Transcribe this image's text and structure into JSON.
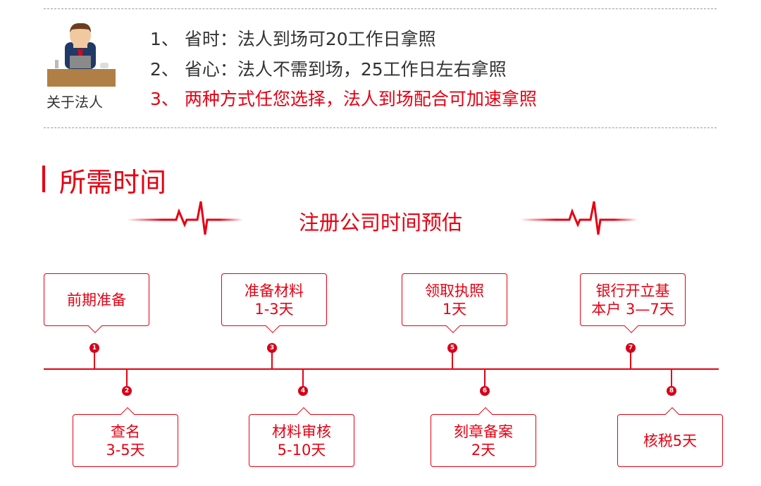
{
  "intro": {
    "avatar_label": "关于法人",
    "points": [
      "1、  省时：法人到场可20工作日拿照",
      "2、  省心：法人不需到场，25工作日左右拿照",
      "3、  两种方式任您选择，法人到场配合可加速拿照"
    ]
  },
  "section": {
    "title": "所需时间",
    "subtitle": "注册公司时间预估"
  },
  "timeline": {
    "steps": [
      {
        "num": "1",
        "lines": [
          "前期准备"
        ]
      },
      {
        "num": "2",
        "lines": [
          "查名",
          "3-5天"
        ]
      },
      {
        "num": "3",
        "lines": [
          "准备材料",
          "1-3天"
        ]
      },
      {
        "num": "4",
        "lines": [
          "材料审核",
          "5-10天"
        ]
      },
      {
        "num": "5",
        "lines": [
          "领取执照",
          "1天"
        ]
      },
      {
        "num": "6",
        "lines": [
          "刻章备案",
          "2天"
        ]
      },
      {
        "num": "7",
        "lines": [
          "银行开立基",
          "本户 3—7天"
        ]
      },
      {
        "num": "8",
        "lines": [
          "核税5天"
        ]
      }
    ]
  },
  "colors": {
    "accent": "#e60012",
    "text": "#333333"
  }
}
